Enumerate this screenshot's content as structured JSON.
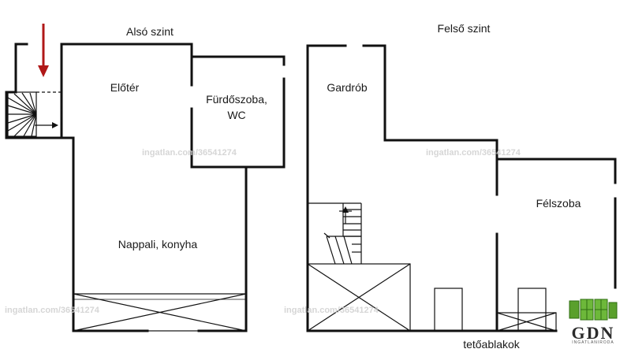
{
  "labels": {
    "lower_floor": "Alsó szint",
    "upper_floor": "Felső szint",
    "entrance_hall": "Előtér",
    "bathroom_line1": "Fürdőszoba,",
    "bathroom_line2": "WC",
    "living_kitchen": "Nappali, konyha",
    "wardrobe": "Gardrób",
    "half_room": "Félszoba",
    "skylights": "tetőablakok"
  },
  "watermark": "ingatlan.com/36541274",
  "logo": {
    "text": "GDN",
    "subtext": "INGATLANIRODA"
  },
  "colors": {
    "wall": "#111111",
    "entry_arrow": "#b01818",
    "logo_green": "#5aa02c"
  }
}
